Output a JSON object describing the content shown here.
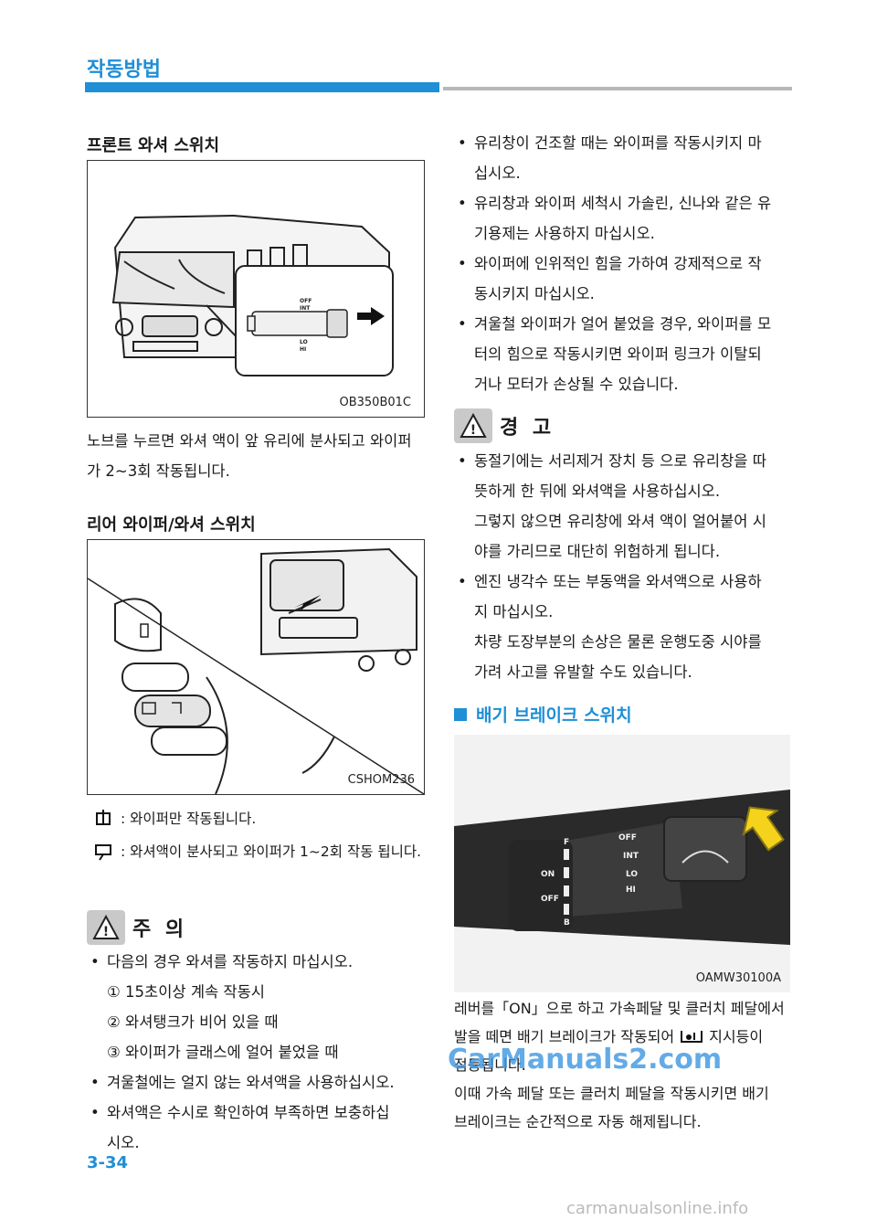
{
  "header": {
    "title": "작동방법"
  },
  "front": {
    "heading": "프론트 와셔 스위치",
    "figure_code": "OB350B01C",
    "lever_labels": [
      "OFF",
      "INT",
      "LO",
      "HI"
    ],
    "desc_line1": "노브를 누르면 와셔 액이 앞 유리에 분사되고 와이퍼",
    "desc_line2": "가 2~3회 작동됩니다."
  },
  "rear": {
    "heading": "리어 와이퍼/와셔 스위치",
    "figure_code": "CSHOM236",
    "legend": [
      {
        "icon": "rear-wiper-icon",
        "text": ": 와이퍼만 작동됩니다."
      },
      {
        "icon": "rear-washer-icon",
        "text": ": 와셔액이 분사되고 와이퍼가 1~2회 작동 됩니다."
      }
    ]
  },
  "caution": {
    "label": "주 의",
    "items": [
      {
        "text": "다음의 경우 와셔를 작동하지 마십시오.",
        "sub": [
          "① 15초이상 계속 작동시",
          "② 와셔탱크가 비어 있을 때",
          "③ 와이퍼가 글래스에 얼어 붙었을 때"
        ]
      },
      {
        "text": "겨울철에는 얼지 않는 와셔액을 사용하십시오."
      },
      {
        "text": "와셔액은 수시로 확인하여 부족하면 보충하십",
        "cont": "시오."
      }
    ]
  },
  "right_bullets": [
    {
      "l1": "유리창이 건조할 때는 와이퍼를 작동시키지 마",
      "l2": "십시오."
    },
    {
      "l1": "유리창과 와이퍼 세척시 가솔린, 신나와 같은 유",
      "l2": "기용제는 사용하지 마십시오."
    },
    {
      "l1": "와이퍼에 인위적인 힘을 가하여 강제적으로 작",
      "l2": "동시키지 마십시오."
    },
    {
      "l1": "겨울철 와이퍼가 얼어 붙었을 경우, 와이퍼를 모",
      "l2": "터의 힘으로 작동시키면 와이퍼 링크가 이탈되",
      "l3": "거나 모터가 손상될 수 있습니다."
    }
  ],
  "warning": {
    "label": "경 고",
    "items": [
      {
        "lines": [
          "동절기에는 서리제거 장치 등 으로 유리창을 따",
          "뜻하게 한 뒤에 와셔액을 사용하십시오.",
          "그렇지 않으면 유리창에 와셔 액이 얼어붙어 시",
          "야를 가리므로 대단히 위험하게 됩니다."
        ]
      },
      {
        "lines": [
          "엔진 냉각수 또는 부동액을  와셔액으로 사용하",
          "지 마십시오.",
          "차량 도장부분의 손상은 물론  운행도중 시야를",
          "가려 사고를 유발할 수도 있습니다."
        ]
      }
    ]
  },
  "exhaust": {
    "heading": "배기 브레이크 스위치",
    "figure_code": "OAMW30100A",
    "lever_labels": [
      "OFF",
      "INT",
      "LO",
      "HI",
      "ON",
      "OFF",
      "F",
      "B"
    ],
    "desc": [
      "레버를「ON」으로 하고 가속페달 및 클러치 페달에서",
      "발을 떼면 배기 브레이크가 작동되어",
      "지시등이",
      "점등됩니다.",
      "이때 가속 페달 또는 클러치 페달을 작동시키면 배기",
      "브레이크는 순간적으로 자동 해제됩니다."
    ]
  },
  "page_number": "3-34",
  "watermark": "CarManuals2.com",
  "footer": "carmanualsonline.info",
  "colors": {
    "accent": "#1f8fd6",
    "arrow_yellow": "#f5d31c"
  }
}
